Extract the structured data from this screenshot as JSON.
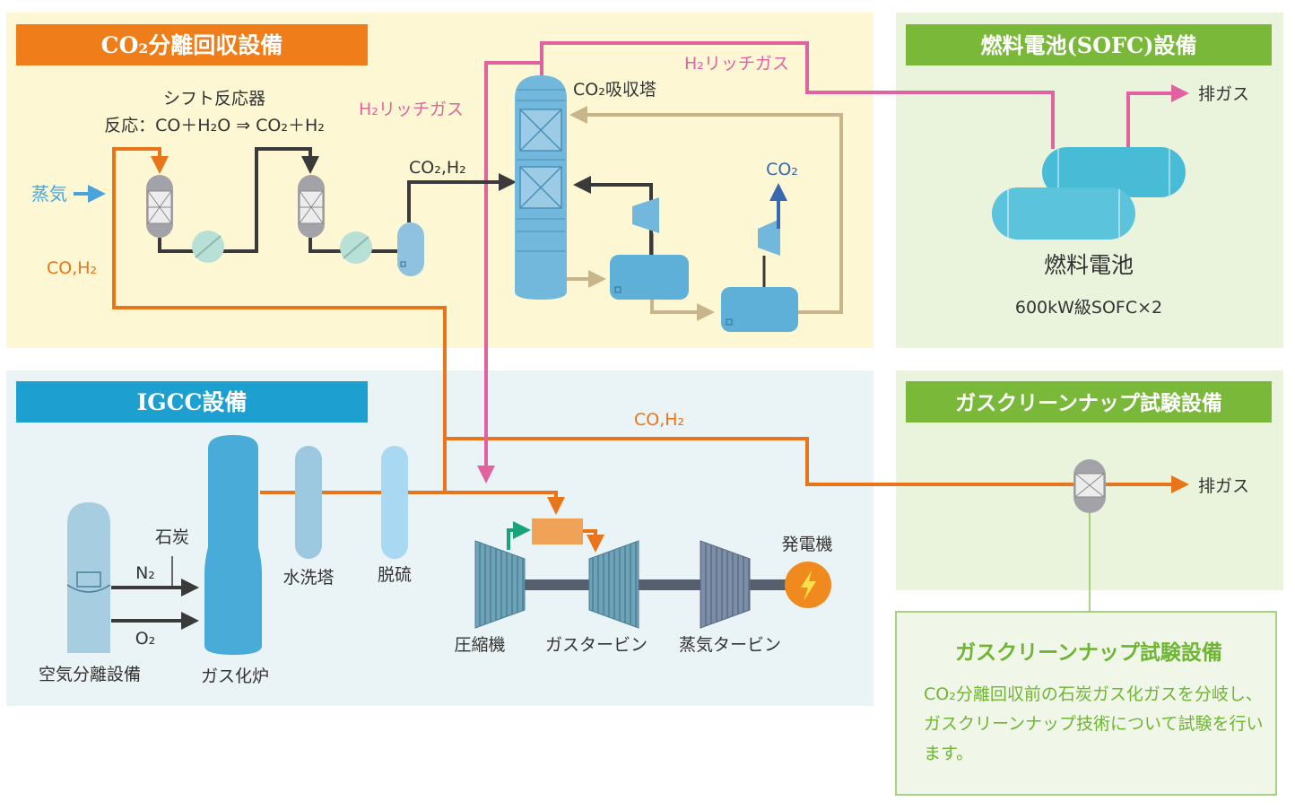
{
  "sections": {
    "co2": {
      "title": "CO₂分離回収設備",
      "color": "#ee7d1a"
    },
    "igcc": {
      "title": "IGCC設備",
      "color": "#1d9fd0"
    },
    "sofc": {
      "title": "燃料電池(SOFC)設備",
      "color": "#7ab83a"
    },
    "gascleanup": {
      "title": "ガスクリーンナップ試験設備",
      "color": "#7ab83a"
    }
  },
  "labels": {
    "shift_reactor": "シフト反応器",
    "reaction": "反応：CO＋H₂O ⇒ CO₂＋H₂",
    "steam_in": "蒸気",
    "co_h2_left": "CO,H₂",
    "co2_h2": "CO₂,H₂",
    "h2_rich_gas_1": "H₂リッチガス",
    "h2_rich_gas_2": "H₂リッチガス",
    "co2_absorber": "CO₂吸収塔",
    "co2_out": "CO₂",
    "exhaust_1": "排ガス",
    "exhaust_2": "排ガス",
    "fuel_cell": "燃料電池",
    "fuel_cell_spec": "600kW級SOFC×2",
    "co_h2_mid": "CO,H₂",
    "coal": "石炭",
    "n2": "N₂",
    "o2": "O₂",
    "asu": "空気分離設備",
    "gasifier": "ガス化炉",
    "water_wash": "水洗塔",
    "desulfurization": "脱硫",
    "compressor": "圧縮機",
    "gas_turbine": "ガスタービン",
    "steam_turbine": "蒸気タービン",
    "generator": "発電機"
  },
  "description": {
    "title": "ガスクリーンナップ試験設備",
    "body": "CO₂分離回収前の石炭ガス化ガスを分岐し、ガスクリーンナップ技術について試験を行います。"
  },
  "colors": {
    "orange_line": "#e8751a",
    "pink_line": "#e062a0",
    "dark_line": "#3a3a3a",
    "tan_line": "#c8b58c",
    "blue_arrow": "#3868b0",
    "green_arrow": "#1aa37a",
    "generator": "#f08a1e",
    "icons": [
      "lightning-icon"
    ]
  }
}
